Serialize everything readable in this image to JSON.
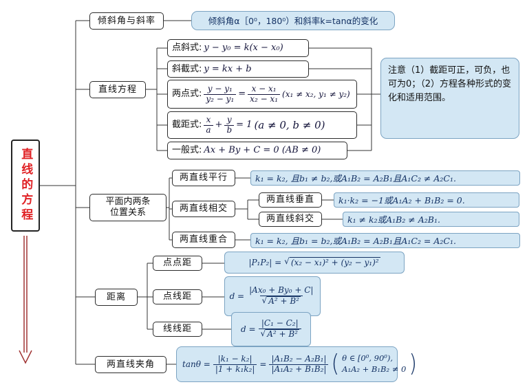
{
  "symbols": {
    "radical": "√",
    "equals": "=",
    "plus": "+",
    "lparen": "(",
    "rparen": ")"
  },
  "root": {
    "title": "直线的方程"
  },
  "slope": {
    "label": "倾斜角与斜率",
    "formula": "倾斜角α［0⁰，180⁰）和斜率k=tanα的变化"
  },
  "equations": {
    "label": "直线方程",
    "point_slope": {
      "name": "点斜式:",
      "formula": "y − y₀ = k(x − x₀)"
    },
    "slope_intercept": {
      "name": "斜截式:",
      "formula": "y = kx + b"
    },
    "two_point": {
      "name": "两点式:",
      "num1": "y − y₁",
      "den1": "y₂ − y₁",
      "num2": "x − x₁",
      "den2": "x₂ − x₁",
      "condition": "(x₁ ≠ x₂, y₁ ≠ y₂)"
    },
    "intercept": {
      "name": "截距式:",
      "num1": "x",
      "den1": "a",
      "num2": "y",
      "den2": "b",
      "rhs": "= 1",
      "condition": "(a ≠ 0, b ≠ 0)"
    },
    "general": {
      "name": "一般式:",
      "formula": "Ax + By + C = 0 (AB ≠ 0)"
    },
    "note": "注意（1）截距可正，可负，也可为0；（2）方程各种形式的变化和适用范围。"
  },
  "position": {
    "label": "平面内两条\n位置关系",
    "parallel": {
      "label": "两直线平行",
      "formula": "k₁ = k₂, 且b₁ ≠ b₂,或A₁B₂ = A₂B₁且A₁C₂ ≠ A₂C₁."
    },
    "intersect": {
      "label": "两直线相交"
    },
    "perpendicular": {
      "label": "两直线垂直",
      "formula": "k₁·k₂ = −1或A₁A₂ + B₁B₂ = 0."
    },
    "oblique": {
      "label": "两直线斜交",
      "formula": "k₁ ≠ k₂或A₁B₂ ≠ A₂B₁."
    },
    "coincide": {
      "label": "两直线重合",
      "formula": "k₁ = k₂, 且b₁ = b₂,或A₁B₂ = A₂B₁且A₁C₂ = A₂C₁."
    }
  },
  "distance": {
    "label": "距离",
    "point_point": {
      "label": "点点距",
      "lhs": "|P₁P₂| =",
      "sqrt_body": "(x₂ − x₁)² + (y₂ − y₁)²"
    },
    "point_line": {
      "label": "点线距",
      "lhs": "d =",
      "num": "|Ax₀ + By₀ + C|",
      "sqrt_body": "A² + B²"
    },
    "line_line": {
      "label": "线线距",
      "lhs": "d =",
      "num": "|C₁ − C₂|",
      "sqrt_body": "A² + B²"
    }
  },
  "angle": {
    "label": "两直线夹角",
    "lhs": "tanθ =",
    "num1": "|k₁ − k₂|",
    "den1": "|1 + k₁k₂|",
    "num2": "|A₁B₂ − A₂B₁|",
    "den2": "|A₁A₂ + B₁B₂|",
    "cond1": "θ ∈ [0⁰, 90⁰),",
    "cond2": "A₁A₂ + B₁B₂ ≠ 0"
  }
}
